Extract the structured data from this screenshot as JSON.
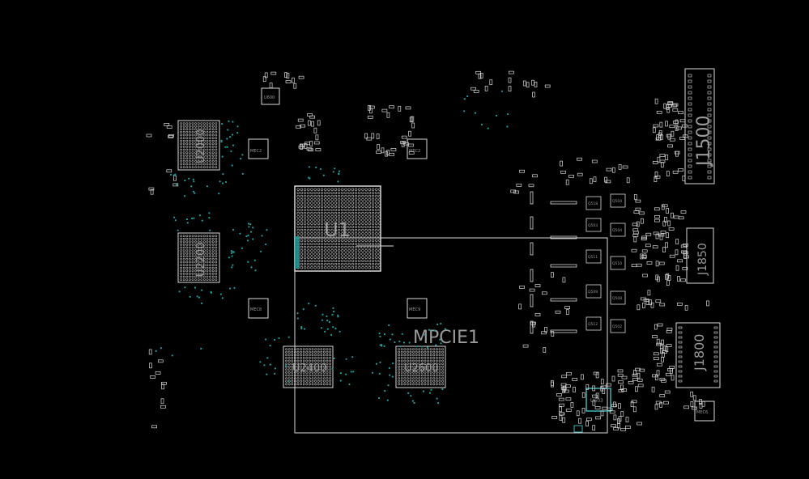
{
  "board": {
    "background": "#000000",
    "outline_color": "#d9d9d9",
    "label_color": "#9a9a9a",
    "via_color": "#1f9e9e",
    "highlight_color": "#3fb6b6"
  },
  "components": {
    "u1": {
      "label": "U1"
    },
    "u2000": {
      "label": "U2000"
    },
    "u2200": {
      "label": "U2200"
    },
    "u2400": {
      "label": "U2400"
    },
    "u2600": {
      "label": "U2600"
    },
    "mpcie1": {
      "label": "MPCIE1"
    },
    "j1500": {
      "label": "J1500"
    },
    "j1850": {
      "label": "J1850"
    },
    "j1800": {
      "label": "J1800"
    },
    "u603": {
      "label": "U603"
    },
    "mec_left_top": {
      "label": "MEC2"
    },
    "mec_center_top": {
      "label": "MEC2"
    },
    "mec_left_mid": {
      "label": "MEC8"
    },
    "mec_center_mid": {
      "label": "MEC9"
    },
    "mec_right_bottom": {
      "label": "MEC6"
    },
    "u600": {
      "label": "U600"
    }
  },
  "small_labels": [
    "Q518",
    "Q504",
    "Q503",
    "Q504",
    "Q511",
    "Q510",
    "Q509",
    "Q508",
    "Q512",
    "Q502"
  ]
}
